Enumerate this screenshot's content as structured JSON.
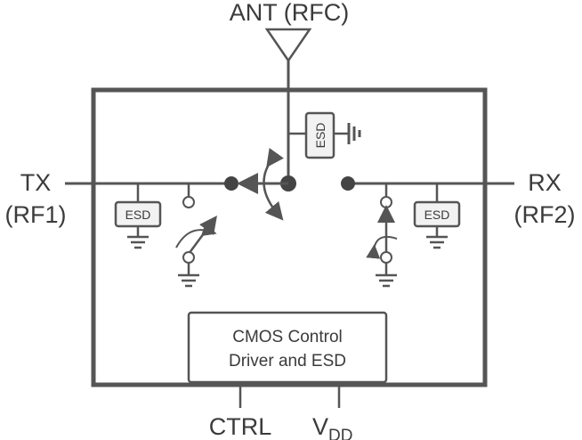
{
  "labels": {
    "ant": "ANT (RFC)",
    "tx_line1": "TX",
    "tx_line2": "(RF1)",
    "rx_line1": "RX",
    "rx_line2": "(RF2)",
    "ctrl": "CTRL",
    "vdd_main": "V",
    "vdd_sub": "DD"
  },
  "esd": {
    "top": "ESD",
    "left": "ESD",
    "right": "ESD"
  },
  "control_block": {
    "line1": "CMOS Control",
    "line2": "Driver and ESD"
  },
  "colors": {
    "stroke": "#555555",
    "text": "#3b3b3b",
    "box_fill": "#ffffff",
    "esd_fill": "#f2f2f2"
  }
}
